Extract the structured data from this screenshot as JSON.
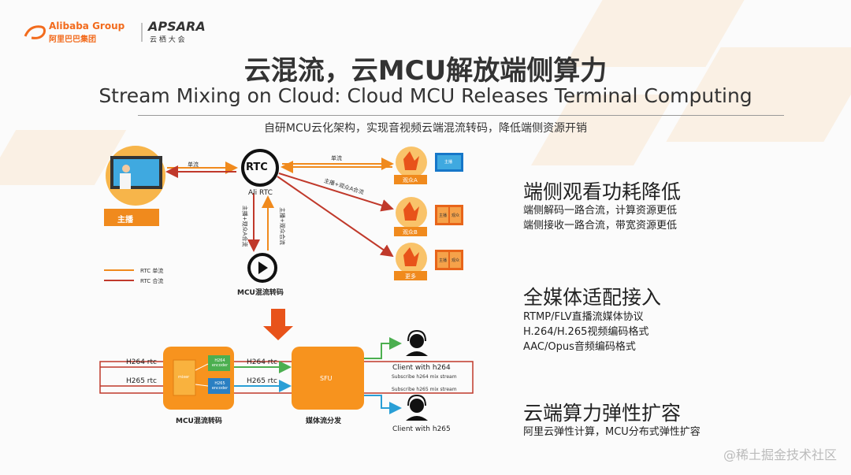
{
  "header": {
    "alibaba_en": "Alibaba Group",
    "alibaba_cn": "阿里巴巴集团",
    "apsara_en": "APSARA",
    "apsara_cn": "云 栖 大 会"
  },
  "title_cn": "云混流，云MCU解放端侧算力",
  "title_en": "Stream Mixing on Cloud: Cloud MCU Releases Terminal Computing",
  "subtitle": "自研MCU云化架构，实现音视频云端混流转码，降低端侧资源开销",
  "top_diagram": {
    "host_label": "主播",
    "rtc_icon_text": "RTC",
    "rtc_label": "Ali RTC",
    "host_link_label": "单流",
    "viewer_a_link_label": "单流",
    "viewer_a_cross_label": "主播+观众A合流",
    "down_link_label": "主播+观众A合流",
    "up_link_label": "主播+观众合流",
    "mcu_label": "MCU混流转码",
    "viewer_a": "观众A",
    "viewer_b": "观众B",
    "viewer_more": "更多",
    "screen_a_text": "主播",
    "screen_host": "主播",
    "screen_viewer": "观众",
    "legend_single": "RTC 单流",
    "legend_mixed": "RTC 合流"
  },
  "bottom_diagram": {
    "h264_in": "H264 rtc",
    "h265_in": "H265 rtc",
    "h264_out": "H264 rtc",
    "h265_out": "H265 rtc",
    "mixer_text": "mixer",
    "h264_encoder": "H264 encoder",
    "h265_encoder": "H265 encoder",
    "mcu_box_label": "MCU混流转码",
    "sfu_text": "SFU",
    "sfu_label": "媒体流分发",
    "client_h264": "Client with h264",
    "client_h265": "Client with h265",
    "subscribe_h264": "Subscribe h264 mix stream",
    "subscribe_h265": "Subscribe h265 mix stream"
  },
  "features": [
    {
      "heading": "端侧观看功耗降低",
      "lines": [
        "端侧解码一路合流，计算资源更低",
        "端侧接收一路合流，带宽资源更低"
      ]
    },
    {
      "heading": "全媒体适配接入",
      "lines": [
        "RTMP/FLV直播流媒体协议",
        "H.264/H.265视频编码格式",
        "AAC/Opus音频编码格式"
      ]
    },
    {
      "heading": "云端算力弹性扩容",
      "lines": [
        "阿里云弹性计算，MCU分布式弹性扩容"
      ]
    }
  ],
  "watermark": "@稀土掘金技术社区",
  "colors": {
    "orange": "#f08a1d",
    "red": "#c0392b",
    "green": "#4caf50",
    "blue": "#2a9fd6",
    "box": "#f7931e"
  }
}
